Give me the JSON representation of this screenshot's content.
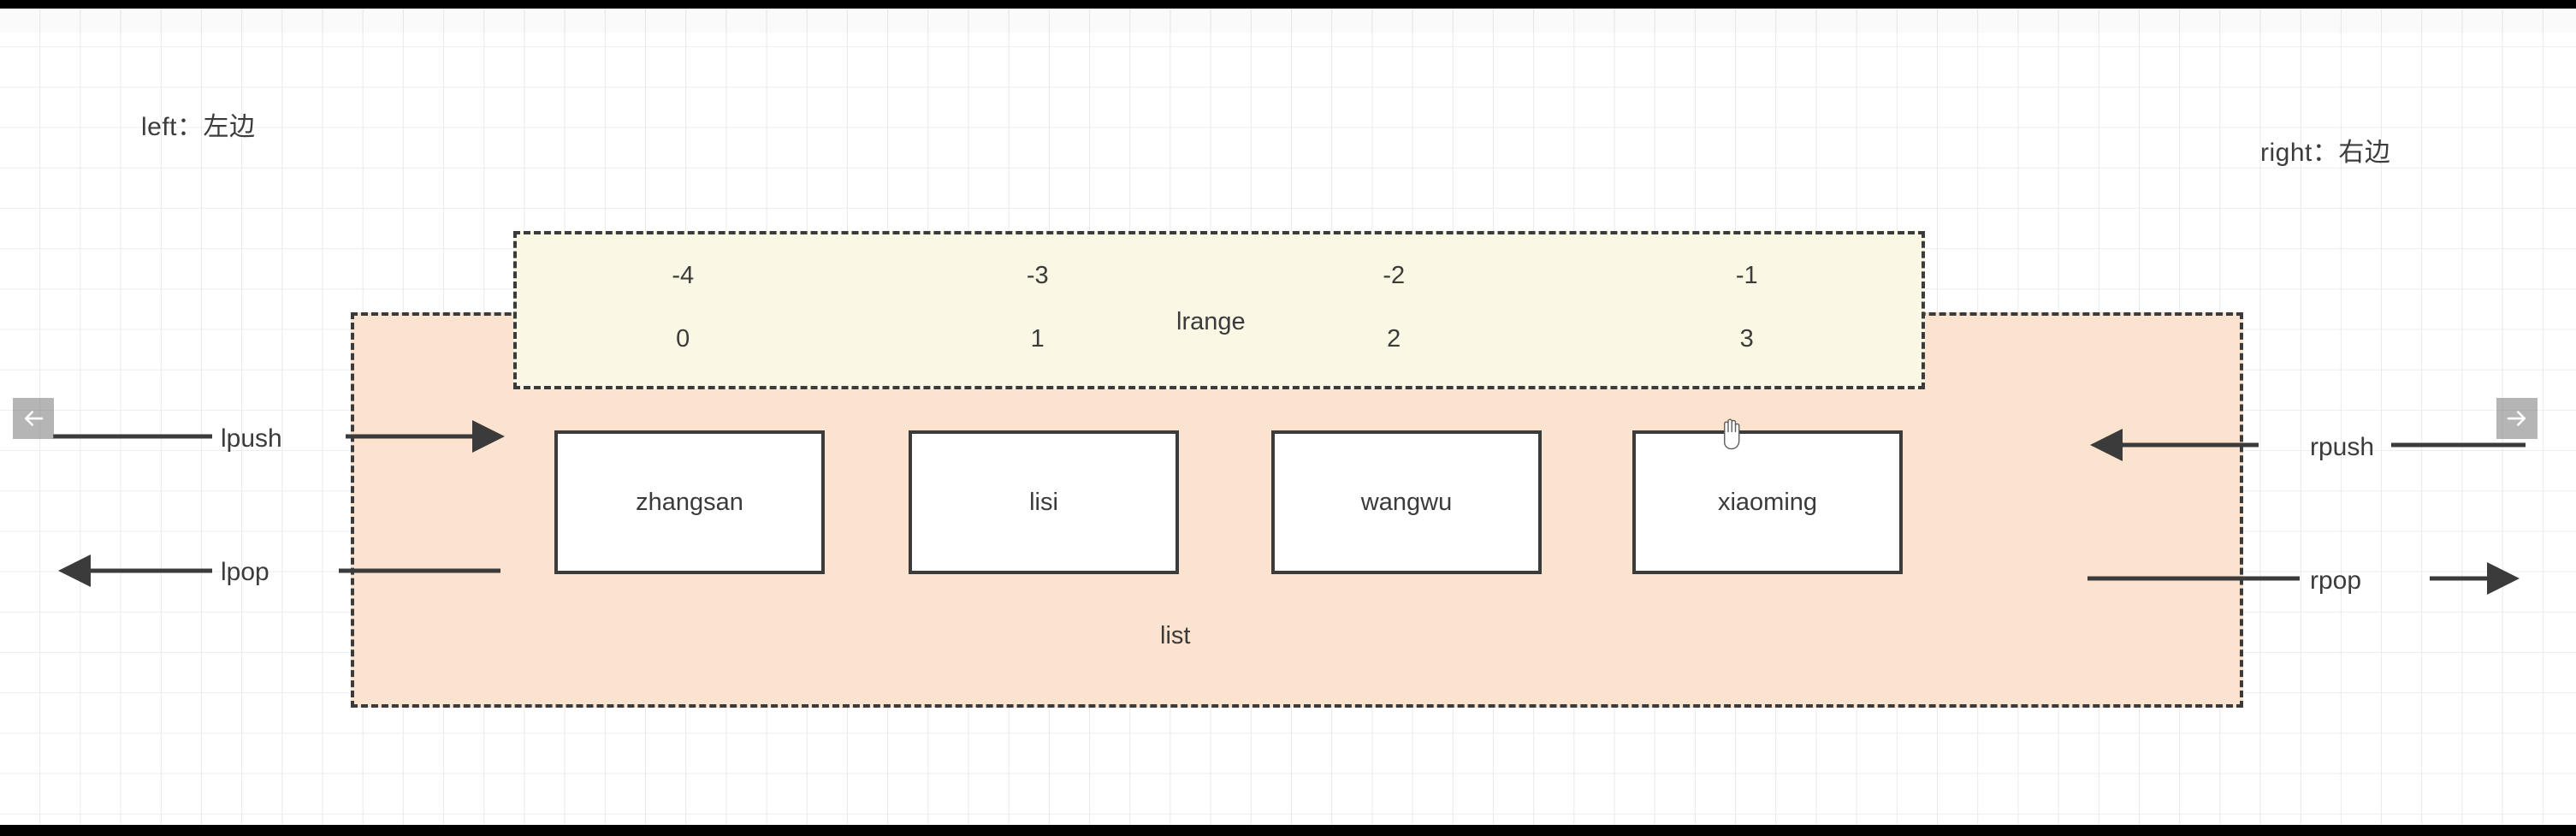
{
  "labels": {
    "left": "left：左边",
    "right": "right：右边"
  },
  "list": {
    "caption": "list",
    "fill_color": "#fbe3d0",
    "border_color": "#3b3b3b",
    "items": [
      {
        "value": "zhangsan"
      },
      {
        "value": "lisi"
      },
      {
        "value": "wangwu"
      },
      {
        "value": "xiaoming"
      }
    ]
  },
  "lrange": {
    "caption": "lrange",
    "fill_color": "#faf8e4",
    "border_color": "#3b3b3b",
    "negative_indexes": [
      "-4",
      "-3",
      "-2",
      "-1"
    ],
    "positive_indexes": [
      "0",
      "1",
      "2",
      "3"
    ]
  },
  "operations": {
    "lpush": "lpush",
    "lpop": "lpop",
    "rpush": "rpush",
    "rpop": "rpop"
  },
  "nav": {
    "prev_icon": "arrow-left-icon",
    "next_icon": "arrow-right-icon"
  },
  "cursor": {
    "icon": "hand-pointer-cursor"
  }
}
